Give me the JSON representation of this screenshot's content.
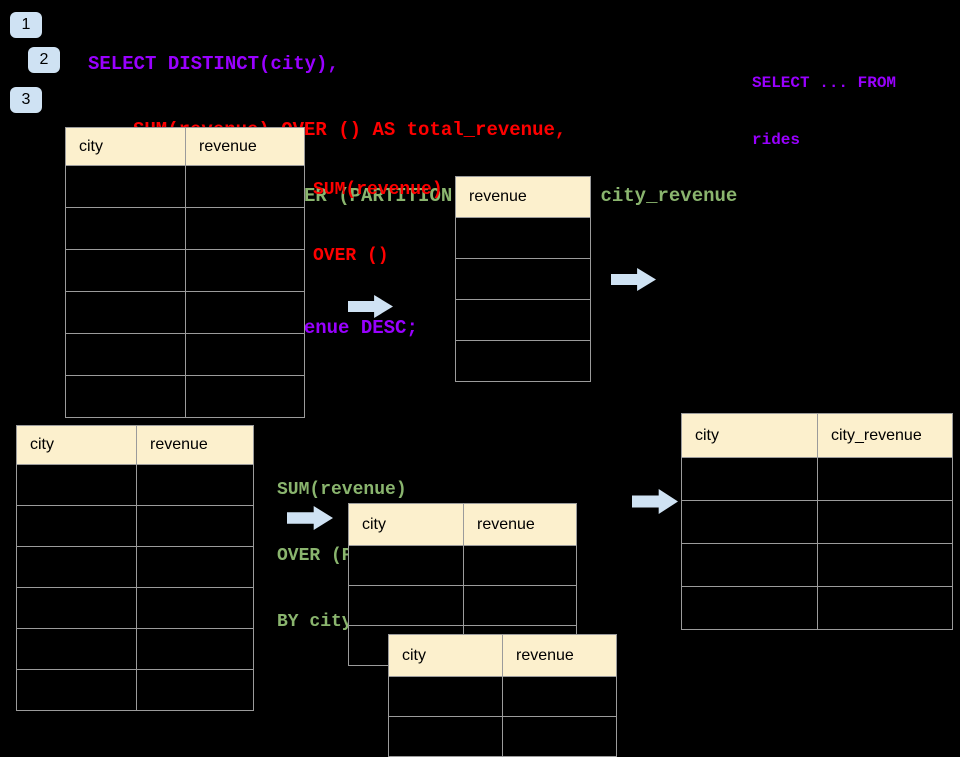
{
  "colors": {
    "background": "#000000",
    "purple": "#9900ff",
    "red": "#ff0000",
    "green": "#8ab56e",
    "table_header_bg": "#fcf0cd",
    "table_border": "#9b9b9b",
    "arrow_blue": "#cfe2f3",
    "badge_blue": "#cfe2f3"
  },
  "badges": [
    {
      "label": "1"
    },
    {
      "label": "2"
    },
    {
      "label": "3"
    }
  ],
  "sql": {
    "lines": [
      {
        "text": "SELECT DISTINCT(city),",
        "color": "#9900ff"
      },
      {
        "text": "SUM(revenue) OVER () AS total_revenue,",
        "color": "#ff0000"
      },
      {
        "text": "SUM(revenue) OVER (PARTITION BY city) as city_revenue",
        "color": "#8ab56e"
      },
      {
        "text": "FROM rides",
        "color": "#9900ff"
      },
      {
        "text": "ORDER by city_revenue DESC;",
        "color": "#9900ff"
      }
    ]
  },
  "side_note": {
    "line1": "SELECT ... FROM",
    "line2": "rides",
    "color": "#9900ff"
  },
  "annotations": {
    "total": {
      "line1": "SUM(revenue)",
      "line2": "OVER ()",
      "color": "#ff0000"
    },
    "partition": {
      "line1": "SUM(revenue)",
      "line2": "OVER (PARTITION",
      "line3": "BY city)",
      "color": "#8ab56e"
    }
  },
  "tables": {
    "source_top": {
      "headers": [
        "city",
        "revenue"
      ],
      "body_rows": 6
    },
    "total_result": {
      "headers": [
        "revenue"
      ],
      "body_rows": 4
    },
    "source_bottom": {
      "headers": [
        "city",
        "revenue"
      ],
      "body_rows": 6
    },
    "partition_step": {
      "headers": [
        "city",
        "revenue"
      ],
      "body_rows": 3
    },
    "partition_overlay": {
      "headers": [
        "city",
        "revenue"
      ],
      "body_rows": 2
    },
    "final_result": {
      "headers": [
        "city",
        "city_revenue"
      ],
      "body_rows": 4
    }
  }
}
